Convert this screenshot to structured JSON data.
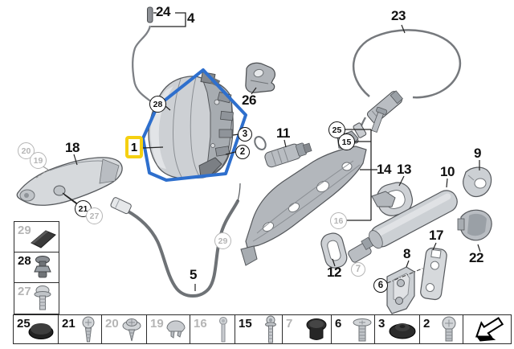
{
  "diagram_title": "door lock system exploded parts diagram",
  "colors": {
    "highlight_box_yellow": "#f5d011",
    "highlight_outline_blue": "#2e6fcd",
    "muted_gray": "#b5b5b5",
    "ink": "#111111",
    "part_fill_light": "#cdd0d4",
    "part_fill_mid": "#a7acb1"
  },
  "highlight": {
    "label": "1"
  },
  "labels": {
    "l24": "24",
    "l4": "4",
    "l23": "23",
    "l26": "26",
    "l18": "18",
    "l11": "11",
    "l14": "14",
    "l13": "13",
    "l10": "10",
    "l9": "9",
    "l5": "5",
    "l12": "12",
    "l8": "8",
    "l17": "17",
    "l22": "22"
  },
  "callouts": {
    "c28": "28",
    "c20": "20",
    "c19": "19",
    "c21": "21",
    "c27": "27",
    "c3": "3",
    "c2": "2",
    "c25": "25",
    "c15": "15",
    "c16": "16",
    "c29": "29",
    "c7": "7",
    "c6": "6"
  },
  "side_column": {
    "rows": [
      {
        "number": "29",
        "muted": true,
        "icon": "adhesive-pad-icon"
      },
      {
        "number": "28",
        "muted": false,
        "icon": "expanding-rivet-icon"
      },
      {
        "number": "27",
        "muted": true,
        "icon": "washer-screw-icon"
      }
    ]
  },
  "strip": {
    "cells": [
      {
        "number": "25",
        "muted": false,
        "icon": "black-cap-icon"
      },
      {
        "number": "21",
        "muted": false,
        "icon": "pan-screw-icon"
      },
      {
        "number": "20",
        "muted": true,
        "icon": "washer-screw-icon"
      },
      {
        "number": "19",
        "muted": true,
        "icon": "plug-cap-icon"
      },
      {
        "number": "16",
        "muted": true,
        "icon": "long-bolt-icon"
      },
      {
        "number": "15",
        "muted": false,
        "icon": "long-bolt-icon"
      },
      {
        "number": "7",
        "muted": true,
        "icon": "black-plug-icon"
      },
      {
        "number": "6",
        "muted": false,
        "icon": "countersunk-screw-icon"
      },
      {
        "number": "3",
        "muted": false,
        "icon": "black-grommet-icon"
      },
      {
        "number": "2",
        "muted": false,
        "icon": "pan-screw-icon"
      }
    ],
    "nav": {
      "icon": "back-arrow-icon"
    }
  }
}
